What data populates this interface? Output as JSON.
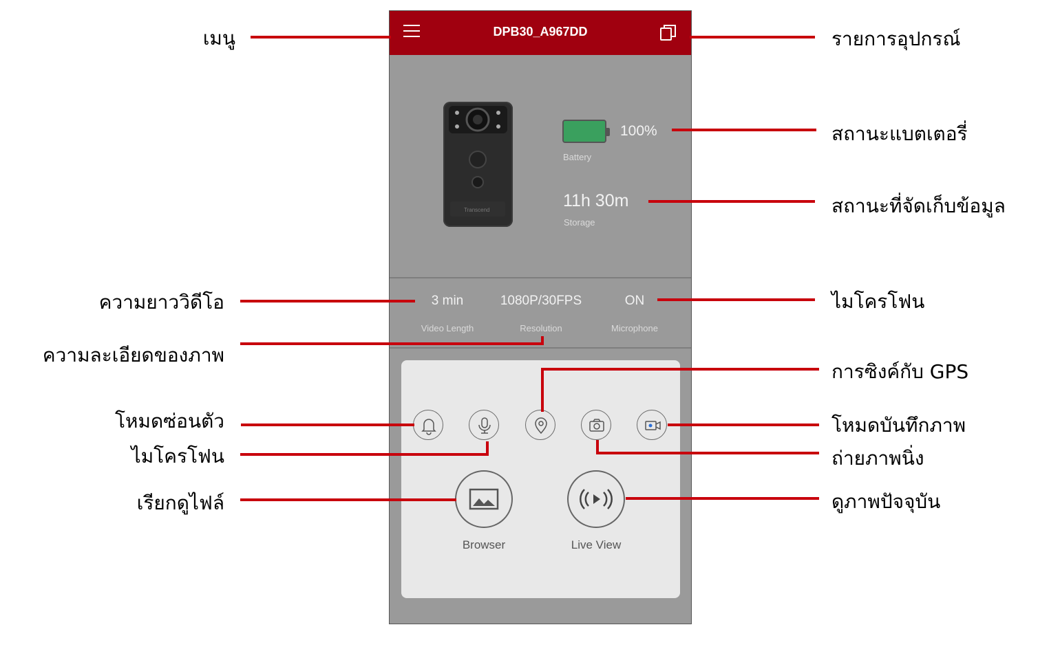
{
  "app_title": "DPB30_A967DD",
  "status": {
    "battery_percent": "100%",
    "battery_label": "Battery",
    "battery_level": 1.0,
    "storage_value": "11h 30m",
    "storage_label": "Storage"
  },
  "settings": {
    "video_length_value": "3 min",
    "video_length_label": "Video Length",
    "resolution_value": "1080P/30FPS",
    "resolution_label": "Resolution",
    "microphone_value": "ON",
    "microphone_label": "Microphone"
  },
  "buttons": {
    "browser_label": "Browser",
    "live_view_label": "Live View"
  },
  "callouts": {
    "menu": "เมนู",
    "device_list": "รายการอุปกรณ์",
    "battery_status": "สถานะแบตเตอรี่",
    "storage_status": "สถานะที่จัดเก็บข้อมูล",
    "video_length": "ความยาววิดีโอ",
    "microphone_setting": "ไมโครโฟน",
    "resolution": "ความละเอียดของภาพ",
    "gps_sync": "การซิงค์กับ GPS",
    "stealth_mode": "โหมดซ่อนตัว",
    "record_mode": "โหมดบันทึกภาพ",
    "microphone_toggle": "ไมโครโฟน",
    "snapshot": "ถ่ายภาพนิ่ง",
    "browser": "เรียกดูไฟล์",
    "live_view": "ดูภาพปัจจุบัน"
  },
  "colors": {
    "header": "#a0000f",
    "callout_line": "#c8000c",
    "battery_fill": "#3aa05e"
  }
}
